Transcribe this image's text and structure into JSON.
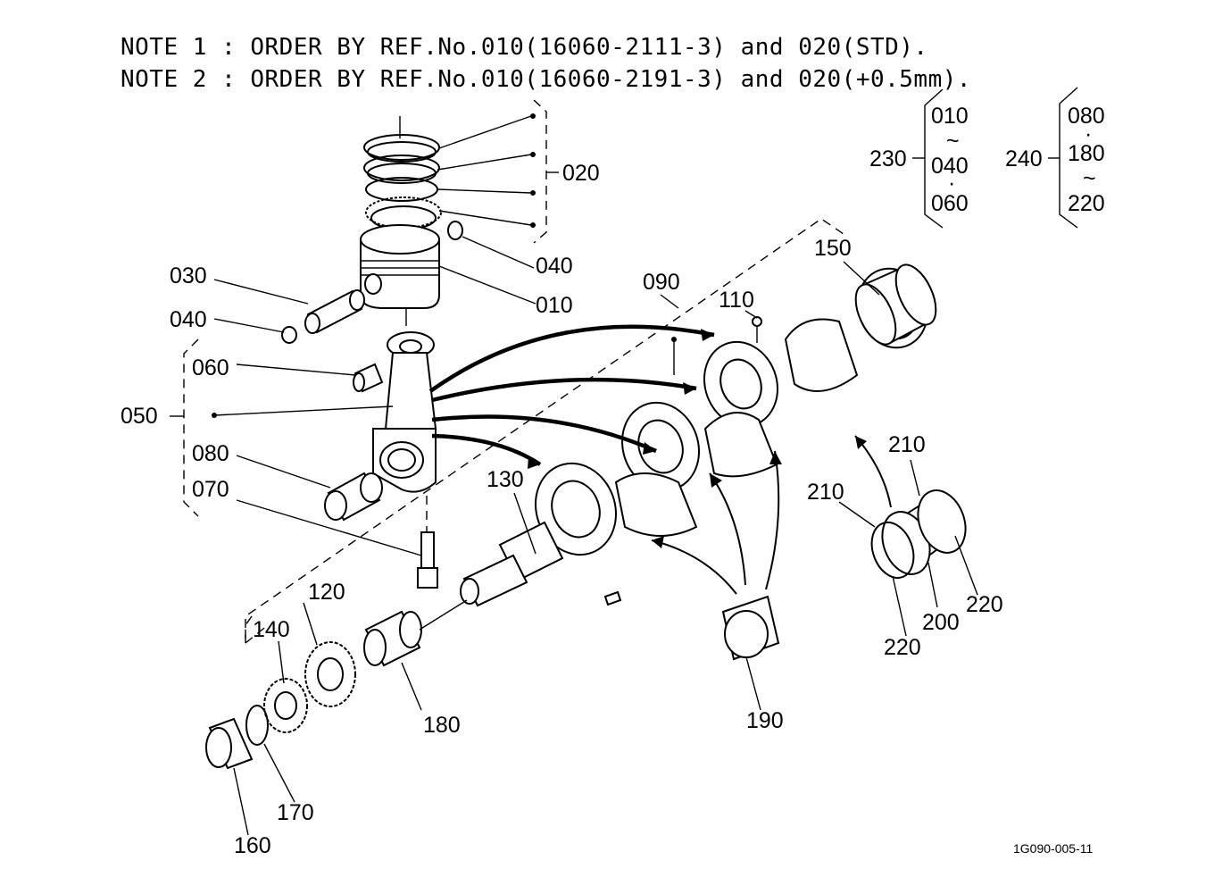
{
  "notes": [
    "NOTE 1 : ORDER BY REF.No.010(16060-2111-3) and 020(STD).",
    "NOTE 2 : ORDER BY REF.No.010(16060-2191-3) and 020(+0.5mm)."
  ],
  "labels": {
    "p010": "010",
    "p020": "020",
    "p030": "030",
    "p040a": "040",
    "p040b": "040",
    "p050": "050",
    "p060": "060",
    "p070": "070",
    "p080": "080",
    "p090": "090",
    "p110": "110",
    "p120": "120",
    "p130": "130",
    "p140": "140",
    "p150": "150",
    "p160": "160",
    "p170": "170",
    "p180": "180",
    "p190": "190",
    "p200": "200",
    "p210a": "210",
    "p210b": "210",
    "p220a": "220",
    "p220b": "220"
  },
  "groups": {
    "g230": {
      "ref": "230",
      "items": [
        "010",
        "~",
        "040",
        "·",
        "060"
      ]
    },
    "g240": {
      "ref": "240",
      "items": [
        "080",
        "·",
        "180",
        "~",
        "220"
      ]
    }
  },
  "doc_id": "1G090-005-11"
}
